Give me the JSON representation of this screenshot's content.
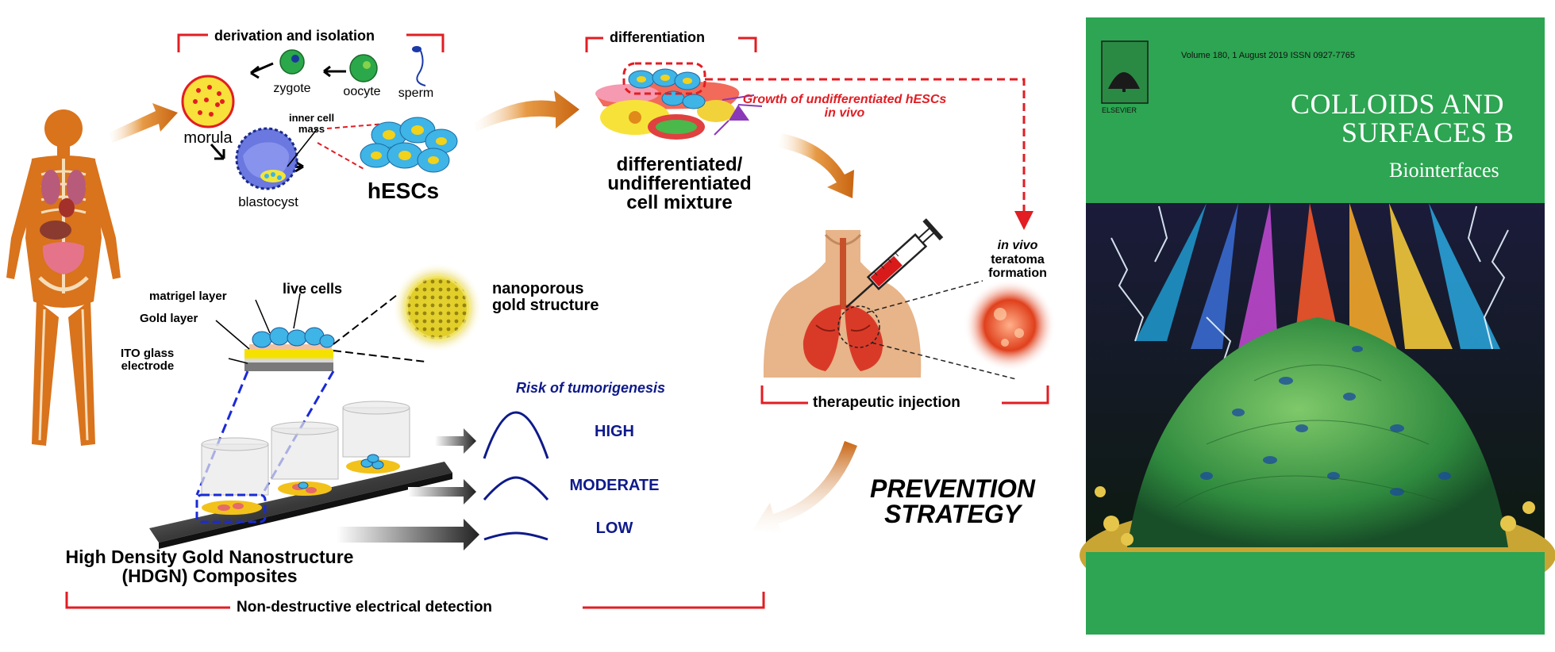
{
  "scheme": {
    "derivation": {
      "bracket_label": "derivation and isolation",
      "zygote": "zygote",
      "oocyte": "oocyte",
      "sperm": "sperm",
      "morula": "morula",
      "inner_cell_mass": "inner cell\nmass",
      "blastocyst": "blastocyst",
      "hescs": "hESCs"
    },
    "differentiation": {
      "bracket_label": "differentiation",
      "mixture": "differentiated/\nundifferentiated\ncell mixture",
      "growth_note": "Growth of undifferentiated hESCs\nin vivo"
    },
    "injection": {
      "teratoma_italic": "in vivo",
      "teratoma_rest": "teratoma\nformation",
      "bracket_label": "therapeutic injection"
    },
    "electrode": {
      "matrigel": "matrigel layer",
      "live_cells": "live cells",
      "gold_layer": "Gold layer",
      "ito": "ITO glass\nelectrode",
      "nanoporous": "nanoporous\ngold structure"
    },
    "risk": {
      "title": "Risk of tumorigenesis",
      "levels": [
        "HIGH",
        "MODERATE",
        "LOW"
      ]
    },
    "hdgn": "High Density Gold Nanostructure\n(HDGN) Composites",
    "detection": "Non-destructive electrical detection",
    "prevention": "PREVENTION\nSTRATEGY",
    "colors": {
      "bracket_red": "#e21d23",
      "navy": "#0e1a8a",
      "arrow_orange": "#d9731c",
      "body_orange": "#d9731c",
      "hesc_blue": "#3fb4e6",
      "gold": "#f2c21a"
    }
  },
  "cover": {
    "volume_line": "Volume 180,    1 August 2019  ISSN 0927-7765",
    "publisher": "ELSEVIER",
    "journal_line1": "COLLOIDS AND",
    "journal_line2": "SURFACES B",
    "subtitle": "Biointerfaces",
    "colors": {
      "green": "#2da552",
      "dark": "#1a1a1a"
    }
  }
}
